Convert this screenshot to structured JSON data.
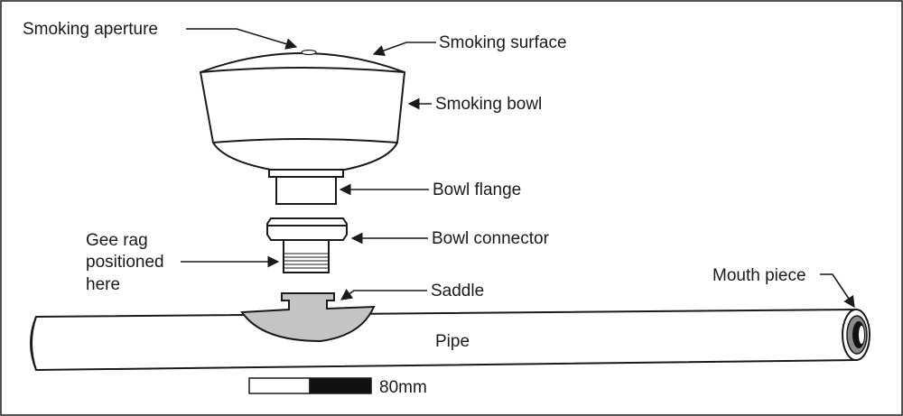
{
  "labels": {
    "smoking_aperture": "Smoking aperture",
    "smoking_surface": "Smoking surface",
    "smoking_bowl": "Smoking bowl",
    "bowl_flange": "Bowl flange",
    "bowl_connector": "Bowl connector",
    "gee_rag_line1": "Gee rag",
    "gee_rag_line2": "positioned",
    "gee_rag_line3": "here",
    "saddle": "Saddle",
    "mouth_piece": "Mouth piece",
    "pipe": "Pipe"
  },
  "scale_bar": {
    "label": "80mm"
  },
  "colors": {
    "outline": "#1a1a1a",
    "saddle_fill": "#c4c4c4",
    "dark_fill": "#111111",
    "mouth_grey": "#8a8a8a"
  }
}
